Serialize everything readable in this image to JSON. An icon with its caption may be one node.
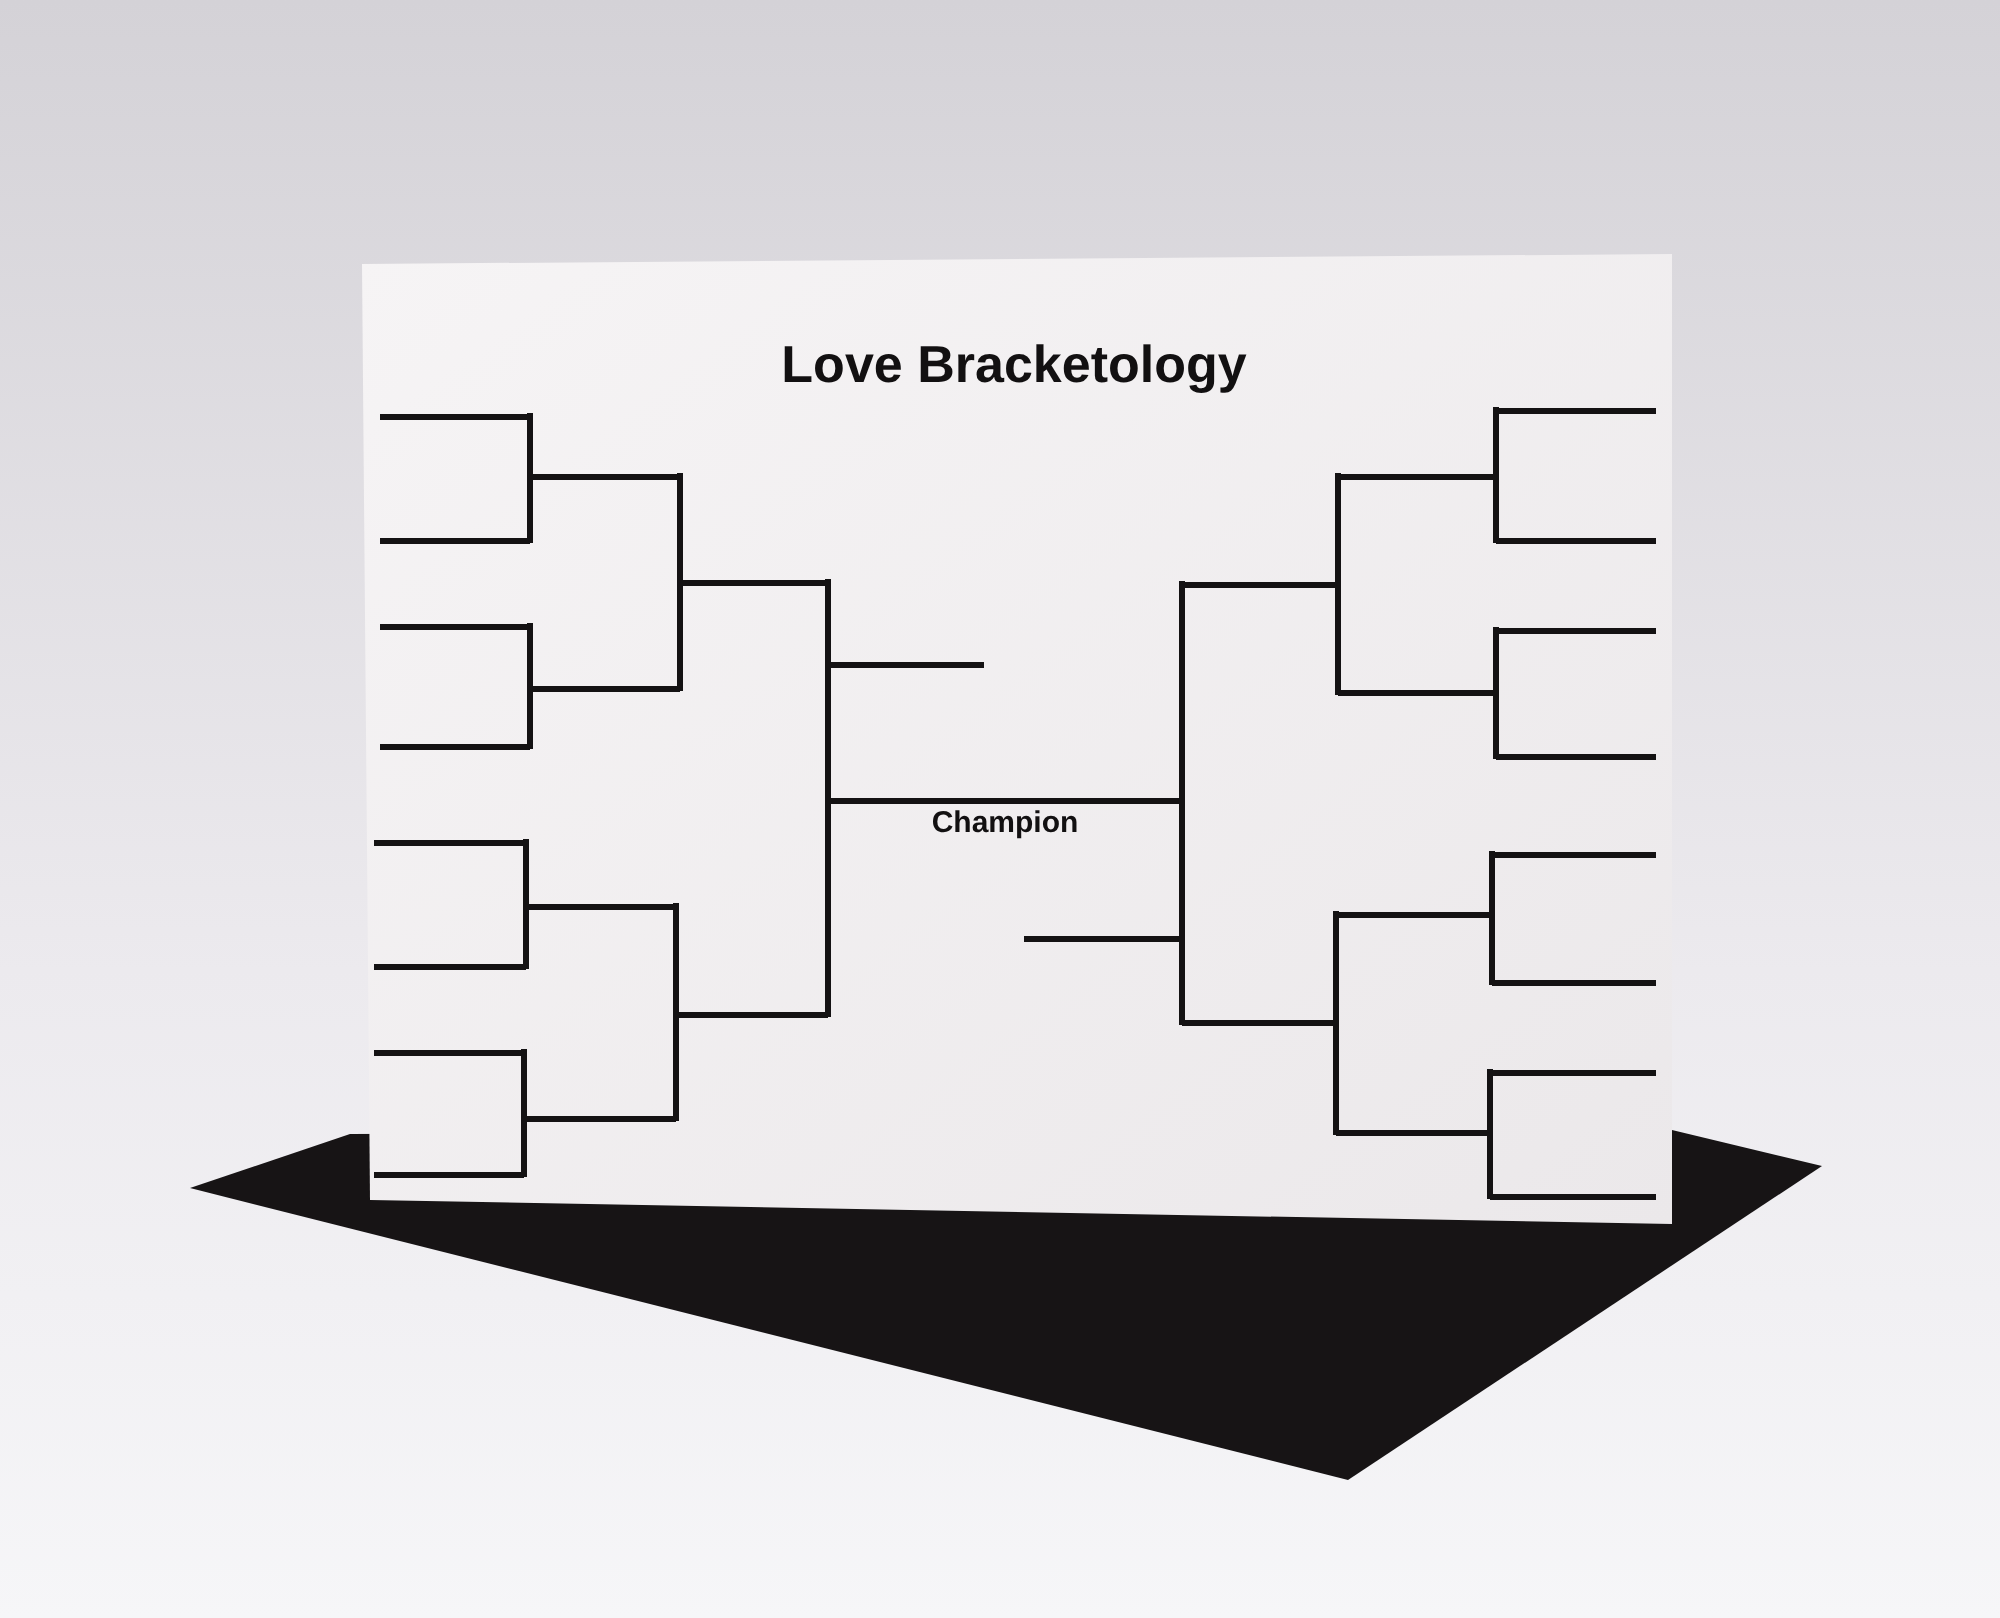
{
  "diagram": {
    "title": "Love Bracketology",
    "nodes": [
      {
        "text": [],
        "shape": "line"
      },
      {
        "text": [],
        "shape": "line"
      },
      {
        "text": [],
        "shape": "line"
      },
      {
        "text": [],
        "shape": "line"
      },
      {
        "text": [],
        "shape": "line"
      },
      {
        "text": [],
        "shape": "line"
      },
      {
        "text": [],
        "shape": "line"
      },
      {
        "text": [],
        "shape": "line"
      },
      {
        "text": [],
        "shape": "line"
      },
      {
        "text": [],
        "shape": "line"
      },
      {
        "text": [],
        "shape": "line"
      },
      {
        "text": [],
        "shape": "line"
      },
      {
        "text": [],
        "shape": "line"
      },
      {
        "text": [],
        "shape": "line"
      },
      {
        "text": [],
        "shape": "line"
      },
      {
        "text": [],
        "shape": "line",
        "beside": [
          "Champion"
        ]
      },
      {
        "text": [],
        "shape": "line"
      },
      {
        "text": [],
        "shape": "line"
      },
      {
        "text": [],
        "shape": "line"
      },
      {
        "text": [],
        "shape": "line"
      },
      {
        "text": [],
        "shape": "line"
      },
      {
        "text": [],
        "shape": "line"
      },
      {
        "text": [],
        "shape": "line"
      },
      {
        "text": [],
        "shape": "line"
      },
      {
        "text": [],
        "shape": "line"
      },
      {
        "text": [],
        "shape": "line"
      },
      {
        "text": [],
        "shape": "line"
      },
      {
        "text": [],
        "shape": "line"
      },
      {
        "text": [],
        "shape": "line"
      },
      {
        "text": [],
        "shape": "line"
      },
      {
        "text": [],
        "shape": "line"
      }
    ],
    "edges": [
      {
        "from": 0,
        "to": 8,
        "arrow": "none"
      },
      {
        "from": 1,
        "to": 8,
        "arrow": "none"
      },
      {
        "from": 2,
        "to": 9,
        "arrow": "none"
      },
      {
        "from": 3,
        "to": 9,
        "arrow": "none"
      },
      {
        "from": 4,
        "to": 10,
        "arrow": "none"
      },
      {
        "from": 5,
        "to": 10,
        "arrow": "none"
      },
      {
        "from": 6,
        "to": 11,
        "arrow": "none"
      },
      {
        "from": 7,
        "to": 11,
        "arrow": "none"
      },
      {
        "from": 8,
        "to": 12,
        "arrow": "none"
      },
      {
        "from": 9,
        "to": 12,
        "arrow": "none"
      },
      {
        "from": 10,
        "to": 13,
        "arrow": "none"
      },
      {
        "from": 11,
        "to": 13,
        "arrow": "none"
      },
      {
        "from": 12,
        "to": 14,
        "arrow": "none"
      },
      {
        "from": 13,
        "to": 14,
        "arrow": "none"
      },
      {
        "from": 14,
        "to": 15,
        "arrow": "none"
      },
      {
        "from": 16,
        "to": 15,
        "arrow": "none"
      },
      {
        "from": 17,
        "to": 16,
        "arrow": "none"
      },
      {
        "from": 18,
        "to": 16,
        "arrow": "none"
      },
      {
        "from": 19,
        "to": 17,
        "arrow": "none"
      },
      {
        "from": 20,
        "to": 17,
        "arrow": "none"
      },
      {
        "from": 21,
        "to": 18,
        "arrow": "none"
      },
      {
        "from": 22,
        "to": 18,
        "arrow": "none"
      },
      {
        "from": 23,
        "to": 19,
        "arrow": "none"
      },
      {
        "from": 24,
        "to": 19,
        "arrow": "none"
      },
      {
        "from": 25,
        "to": 20,
        "arrow": "none"
      },
      {
        "from": 26,
        "to": 20,
        "arrow": "none"
      },
      {
        "from": 27,
        "to": 21,
        "arrow": "none"
      },
      {
        "from": 28,
        "to": 21,
        "arrow": "none"
      },
      {
        "from": 29,
        "to": 22,
        "arrow": "none"
      },
      {
        "from": 30,
        "to": 22,
        "arrow": "none"
      }
    ]
  }
}
